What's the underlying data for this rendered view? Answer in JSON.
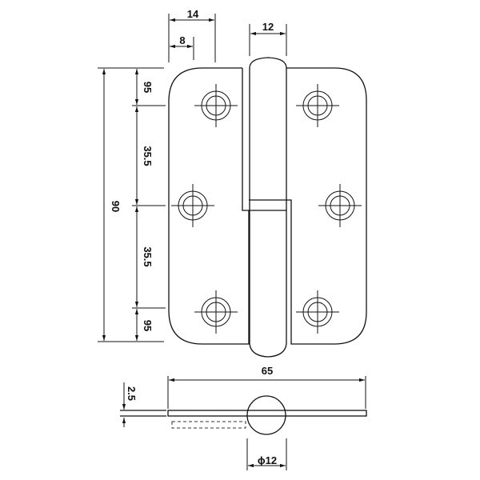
{
  "drawing": {
    "title": "Lift-off hinge dimension drawing",
    "dimensions": {
      "overall_height": "90",
      "top_margin": "95",
      "hole_pitch_upper": "35.5",
      "hole_pitch_lower": "35.5",
      "bottom_margin": "95",
      "hole_offset_outer": "14",
      "hole_offset_inner": "8",
      "knuckle_width": "12",
      "open_width": "65",
      "thickness": "2.5",
      "pin_diameter": "ϕ12"
    }
  }
}
